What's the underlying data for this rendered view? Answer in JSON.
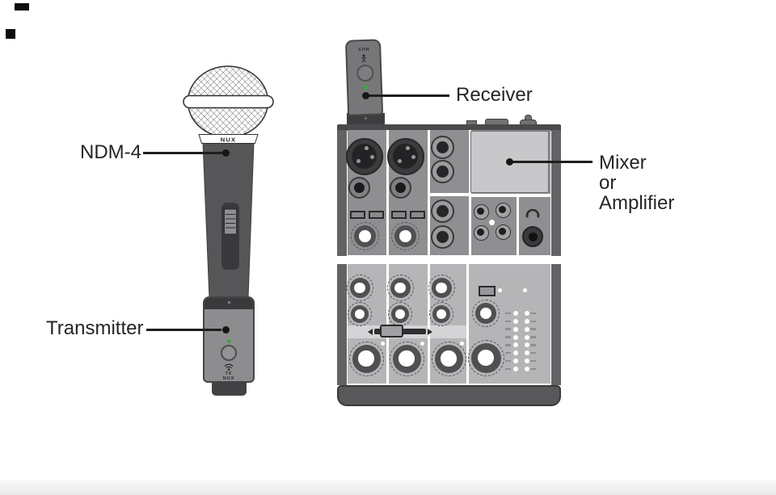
{
  "labels": {
    "mic_model": "NDM-4",
    "transmitter": "Transmitter",
    "receiver": "Receiver",
    "mixer_or_amplifier": {
      "line1": "Mixer",
      "line2": "or",
      "line3": "Amplifier"
    }
  },
  "device_text": {
    "mic_collar_brand": "NUX",
    "receiver_brand": "NUX",
    "transmitter_brand": "NUX",
    "transmitter_tx": "TX"
  },
  "icons": {
    "wifi_icon": "wireless signal arcs on transmitter",
    "headphones_icon": "headphone arc on mixer panel",
    "figure_icon": "small figure glyph on receiver",
    "power_button": "round button on receiver and transmitter"
  },
  "colors": {
    "led_green": "#3EA34B",
    "mic_body": "#565658",
    "device_gray": "#8D8D8F",
    "receiver_gray": "#77777A",
    "panel_top": "#8F8F92",
    "panel_bottom": "#B5B5B7",
    "leader_line": "#1F1F1F",
    "bottom_bar": "#ECECEC"
  },
  "meter": {
    "rows": 8
  }
}
